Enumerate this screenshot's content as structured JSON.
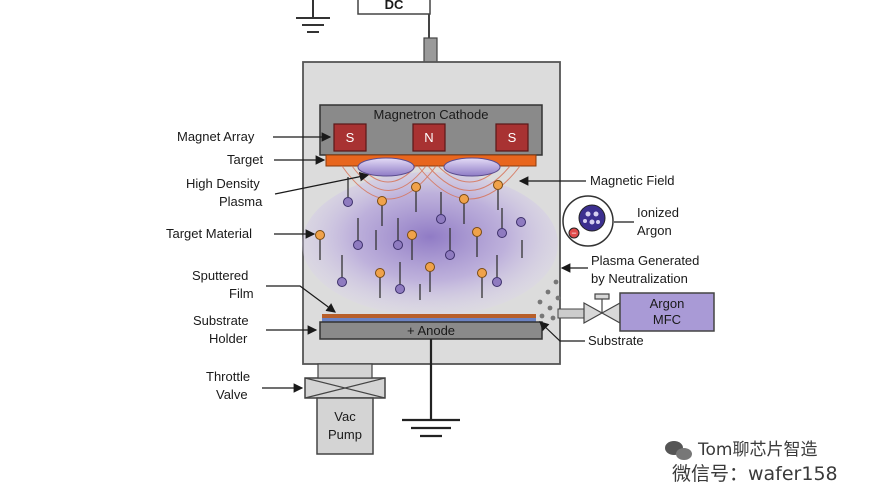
{
  "power_supply": {
    "label": "DC"
  },
  "cathode": {
    "label": "Magnetron Cathode",
    "magnets": [
      "S",
      "N",
      "S"
    ]
  },
  "anode": {
    "label": "+ Anode"
  },
  "mfc": {
    "line1": "Argon",
    "line2": "MFC"
  },
  "pump": {
    "line1": "Vac",
    "line2": "Pump"
  },
  "labels": {
    "magnet_array": "Magnet Array",
    "target": "Target",
    "plasma_1": "High Density",
    "plasma_2": "Plasma",
    "target_material": "Target Material",
    "film_1": "Sputtered",
    "film_2": "Film",
    "holder_1": "Substrate",
    "holder_2": "Holder",
    "throttle_1": "Throttle",
    "throttle_2": "Valve",
    "magnetic_field": "Magnetic Field",
    "ionized_1": "Ionized",
    "ionized_2": "Argon",
    "neutral_1": "Plasma Generated",
    "neutral_2": "by Neutralization",
    "substrate": "Substrate"
  },
  "watermark": {
    "line1": "Tom聊芯片智造",
    "line2": "微信号：wafer158"
  },
  "colors": {
    "chamber": "#dcdcdc",
    "target": "#e8661e",
    "magnet": "#a83232",
    "plasma": "#9b86c9",
    "atom": "#f0a24a",
    "argon_ion": "#8f7bc0",
    "mfc_box": "#a99ad6"
  }
}
